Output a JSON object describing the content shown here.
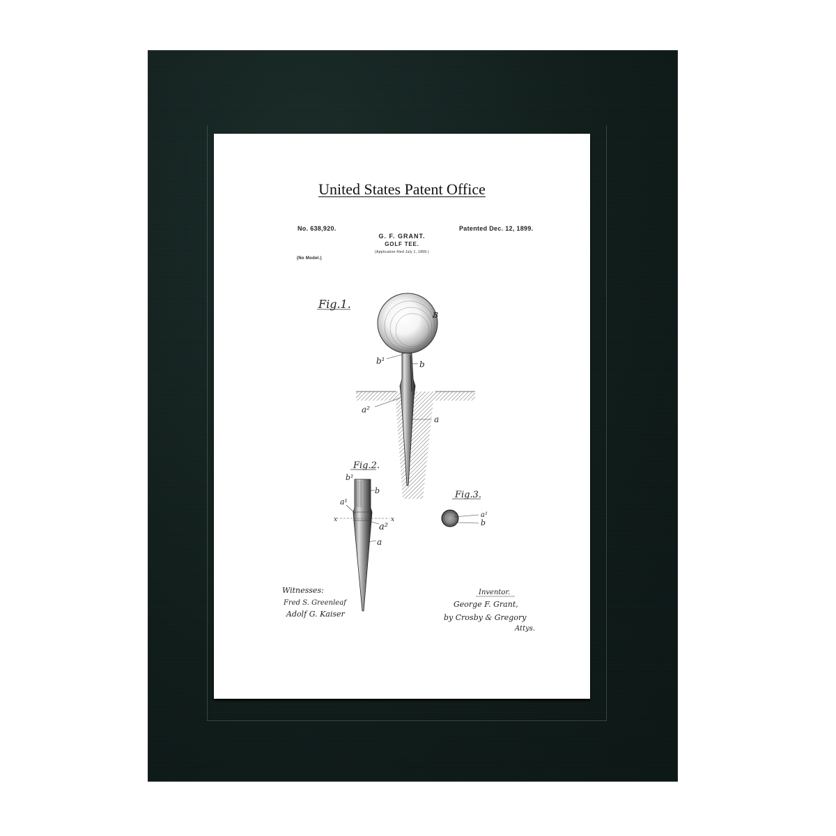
{
  "frame": {
    "mat_color": "#0f1c1a",
    "print_color": "#ffffff"
  },
  "document": {
    "title": "United States Patent Office",
    "patent_number": "No. 638,920.",
    "patent_date": "Patented Dec. 12, 1899.",
    "inventor_name": "G. F. GRANT.",
    "subject": "GOLF TEE.",
    "application": "(Application filed July 1, 1899.)",
    "model_note": "(No Model.)"
  },
  "figures": {
    "fig1": {
      "label": "Fig.1.",
      "labels": [
        "B",
        "b¹",
        "b",
        "a²",
        "a"
      ]
    },
    "fig2": {
      "label": "Fig.2.",
      "labels": [
        "b¹",
        "b",
        "a¹",
        "x",
        "x",
        "a²",
        "a"
      ]
    },
    "fig3": {
      "label": "Fig.3.",
      "labels": [
        "a¹",
        "b"
      ]
    }
  },
  "signatures": {
    "witnesses_heading": "Witnesses:",
    "witnesses": [
      "Fred S. Greenleaf",
      "Adolf G. Kaiser"
    ],
    "inventor_heading": "Inventor.",
    "inventor": "George F. Grant,",
    "attorneys": "by Crosby & Gregory",
    "attorneys_suffix": "Attys."
  }
}
